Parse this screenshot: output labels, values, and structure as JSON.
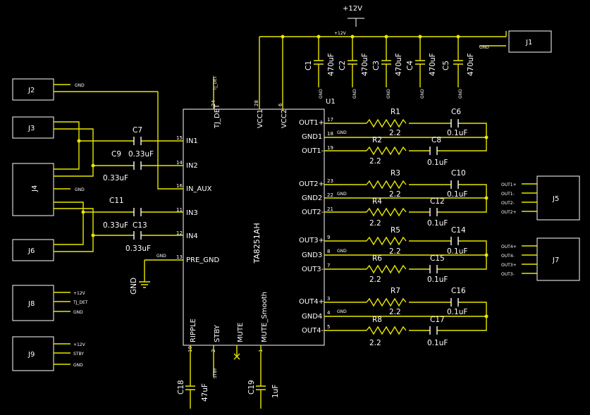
{
  "ic": {
    "ref": "U1",
    "part": "TA8251AH",
    "left_pins": [
      {
        "name": "IN1",
        "num": "15"
      },
      {
        "name": "IN2",
        "num": "14"
      },
      {
        "name": "IN_AUX",
        "num": "16"
      },
      {
        "name": "IN3",
        "num": "11"
      },
      {
        "name": "IN4",
        "num": "12"
      },
      {
        "name": "PRE_GND",
        "num": "13"
      }
    ],
    "right_pins": [
      {
        "name": "OUT1+",
        "num": "17"
      },
      {
        "name": "GND1",
        "num": "18"
      },
      {
        "name": "OUT1-",
        "num": "19"
      },
      {
        "name": "OUT2+",
        "num": "23"
      },
      {
        "name": "GND2",
        "num": "22"
      },
      {
        "name": "OUT2-",
        "num": "21"
      },
      {
        "name": "OUT3+",
        "num": "9"
      },
      {
        "name": "GND3",
        "num": "8"
      },
      {
        "name": "OUT3-",
        "num": "7"
      },
      {
        "name": "OUT4+",
        "num": "3"
      },
      {
        "name": "GND4",
        "num": "4"
      },
      {
        "name": "OUT4-",
        "num": "5"
      }
    ],
    "top_pins": [
      {
        "name": "TJ_DET",
        "num": "24"
      },
      {
        "name": "VCC1",
        "num": "28"
      },
      {
        "name": "VCC2",
        "num": "6"
      }
    ],
    "bottom_pins": [
      {
        "name": "RIPPLE",
        "num": "10"
      },
      {
        "name": "STBY",
        "num": "2"
      },
      {
        "name": "MUTE",
        "num": ""
      },
      {
        "name": "MUTE_Smooth",
        "num": "1"
      }
    ]
  },
  "power": {
    "label": "+12V",
    "rail_label": "+12V"
  },
  "net": {
    "gnd": "GND",
    "tj_det": "TJ_DET",
    "stby": "STBY",
    "v12": "+12V",
    "out1p": "OUT1+",
    "out1m": "OUT1-",
    "out2p": "OUT2+",
    "out2m": "OUT2-",
    "out3p": "OUT3+",
    "out3m": "OUT3-",
    "out4p": "OUT4+",
    "out4m": "OUT4-"
  },
  "connectors": [
    "J1",
    "J2",
    "J3",
    "J4",
    "J5",
    "J6",
    "J7",
    "J8",
    "J9"
  ],
  "bulk_caps": [
    {
      "ref": "C1",
      "value": "470uF"
    },
    {
      "ref": "C2",
      "value": "470uF"
    },
    {
      "ref": "C3",
      "value": "470uF"
    },
    {
      "ref": "C4",
      "value": "470uF"
    },
    {
      "ref": "C5",
      "value": "470uF"
    }
  ],
  "input_caps": [
    {
      "ref": "C7",
      "value": "0.33uF"
    },
    {
      "ref": "C9",
      "value": "0.33uF"
    },
    {
      "ref": "C11",
      "value": "0.33uF"
    },
    {
      "ref": "C13",
      "value": "0.33uF"
    }
  ],
  "resistors": [
    {
      "ref": "R1",
      "value": "2.2"
    },
    {
      "ref": "R2",
      "value": "2.2"
    },
    {
      "ref": "R3",
      "value": "2.2"
    },
    {
      "ref": "R4",
      "value": "2.2"
    },
    {
      "ref": "R5",
      "value": "2.2"
    },
    {
      "ref": "R6",
      "value": "2.2"
    },
    {
      "ref": "R7",
      "value": "2.2"
    },
    {
      "ref": "R8",
      "value": "2.2"
    }
  ],
  "output_caps": [
    {
      "ref": "C6",
      "value": "0.1uF"
    },
    {
      "ref": "C8",
      "value": "0.1uF"
    },
    {
      "ref": "C10",
      "value": "0.1uF"
    },
    {
      "ref": "C12",
      "value": "0.1uF"
    },
    {
      "ref": "C14",
      "value": "0.1uF"
    },
    {
      "ref": "C15",
      "value": "0.1uF"
    },
    {
      "ref": "C16",
      "value": "0.1uF"
    },
    {
      "ref": "C17",
      "value": "0.1uF"
    }
  ],
  "bottom_caps": [
    {
      "ref": "C18",
      "value": "47uF"
    },
    {
      "ref": "C19",
      "value": "1uF"
    }
  ],
  "gnd_symbol": "GND"
}
